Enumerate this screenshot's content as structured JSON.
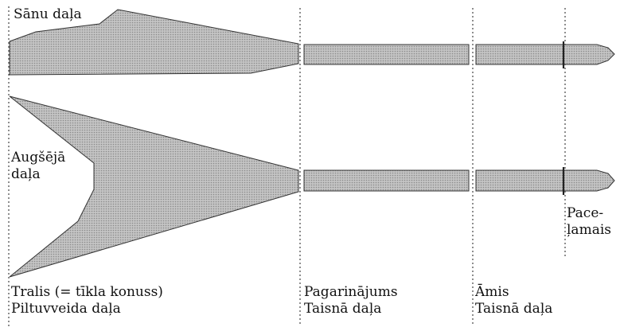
{
  "views": {
    "side_label": "Sānu daļa",
    "top_label_line1": "Augšējā",
    "top_label_line2": "daļa",
    "lift_label_line1": "Pace-",
    "lift_label_line2": "ļamais"
  },
  "sections": [
    {
      "line1": "Tralis (= tīkla konuss)",
      "line2": "Piltuvveida daļa"
    },
    {
      "line1": "Pagarinājums",
      "line2": "Taisnā daļa"
    },
    {
      "line1": "Āmis",
      "line2": "Taisnā daļa"
    }
  ],
  "colors": {
    "fill": "#b9b9b9",
    "stroke": "#333333",
    "divider": "#444444"
  }
}
